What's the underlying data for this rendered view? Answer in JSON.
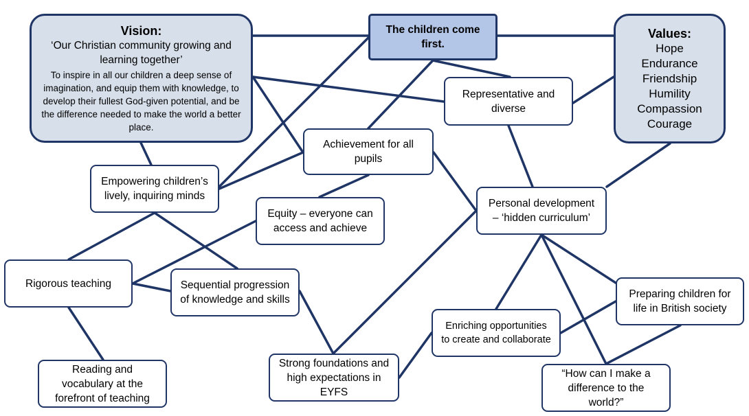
{
  "colors": {
    "stroke": "#1f3566",
    "vision_fill": "#d7dfea",
    "heading_fill": "#b4c6e7",
    "node_fill": "#ffffff"
  },
  "vision": {
    "title": "Vision:",
    "motto": "‘Our Christian community growing and learning together’",
    "text": "To inspire in all our children a deep sense of imagination, and equip them with knowledge, to develop their fullest God-given potential, and be the difference needed to make the world a better place."
  },
  "values": {
    "title": "Values:",
    "items": [
      "Hope",
      "Endurance",
      "Friendship",
      "Humility",
      "Compassion",
      "Courage"
    ]
  },
  "nodes": {
    "children_first": "The children come first.",
    "representative": "Representative and diverse",
    "achievement": "Achievement for all pupils",
    "empowering": "Empowering children’s lively, inquiring minds",
    "equity": "Equity – everyone can access and achieve",
    "personal_development": "Personal development – ‘hidden curriculum’",
    "rigorous_teaching": "Rigorous teaching",
    "sequential": "Sequential progression of knowledge and skills",
    "preparing": "Preparing children for life in British society",
    "enriching": "Enriching opportunities to create and collaborate",
    "reading": "Reading and vocabulary at the forefront of teaching",
    "strong_foundations": "Strong foundations and high expectations in EYFS",
    "difference": "“How can I make a difference to the world?”"
  },
  "connections": [
    [
      "vision",
      "children_first"
    ],
    [
      "children_first",
      "values"
    ],
    [
      "vision",
      "representative"
    ],
    [
      "children_first",
      "representative"
    ],
    [
      "values",
      "representative"
    ],
    [
      "vision",
      "achievement"
    ],
    [
      "children_first",
      "empowering"
    ],
    [
      "children_first",
      "achievement"
    ],
    [
      "vision",
      "empowering"
    ],
    [
      "achievement",
      "empowering"
    ],
    [
      "representative",
      "personal_development"
    ],
    [
      "values",
      "personal_development"
    ],
    [
      "achievement",
      "equity"
    ],
    [
      "achievement",
      "personal_development"
    ],
    [
      "empowering",
      "rigorous_teaching"
    ],
    [
      "empowering",
      "sequential"
    ],
    [
      "equity",
      "rigorous_teaching"
    ],
    [
      "rigorous_teaching",
      "sequential"
    ],
    [
      "rigorous_teaching",
      "reading"
    ],
    [
      "sequential",
      "strong_foundations"
    ],
    [
      "personal_development",
      "strong_foundations"
    ],
    [
      "personal_development",
      "enriching"
    ],
    [
      "personal_development",
      "preparing"
    ],
    [
      "personal_development",
      "difference"
    ],
    [
      "enriching",
      "preparing"
    ],
    [
      "enriching",
      "strong_foundations"
    ],
    [
      "preparing",
      "difference"
    ]
  ]
}
